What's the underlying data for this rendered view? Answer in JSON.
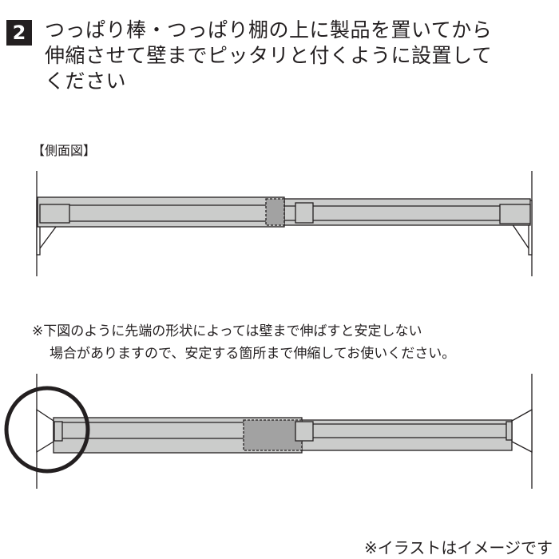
{
  "step": {
    "number": "2",
    "lines": [
      "つっぱり棒・つっぱり棚の上に製品を置いてから",
      "伸縮させて壁までピッタリと付くように設置して",
      "ください"
    ]
  },
  "diagram_label": "【側面図】",
  "note": {
    "lines": [
      "※下図のように先端の形状によっては壁まで伸ばすと安定しない",
      "場合がありますので、安定する箇所まで伸縮してお使いください。"
    ]
  },
  "footer": "※イラストはイメージです",
  "colors": {
    "tube": "#cbcccb",
    "overlap": "#a2a2a2",
    "line": "#231f20"
  }
}
